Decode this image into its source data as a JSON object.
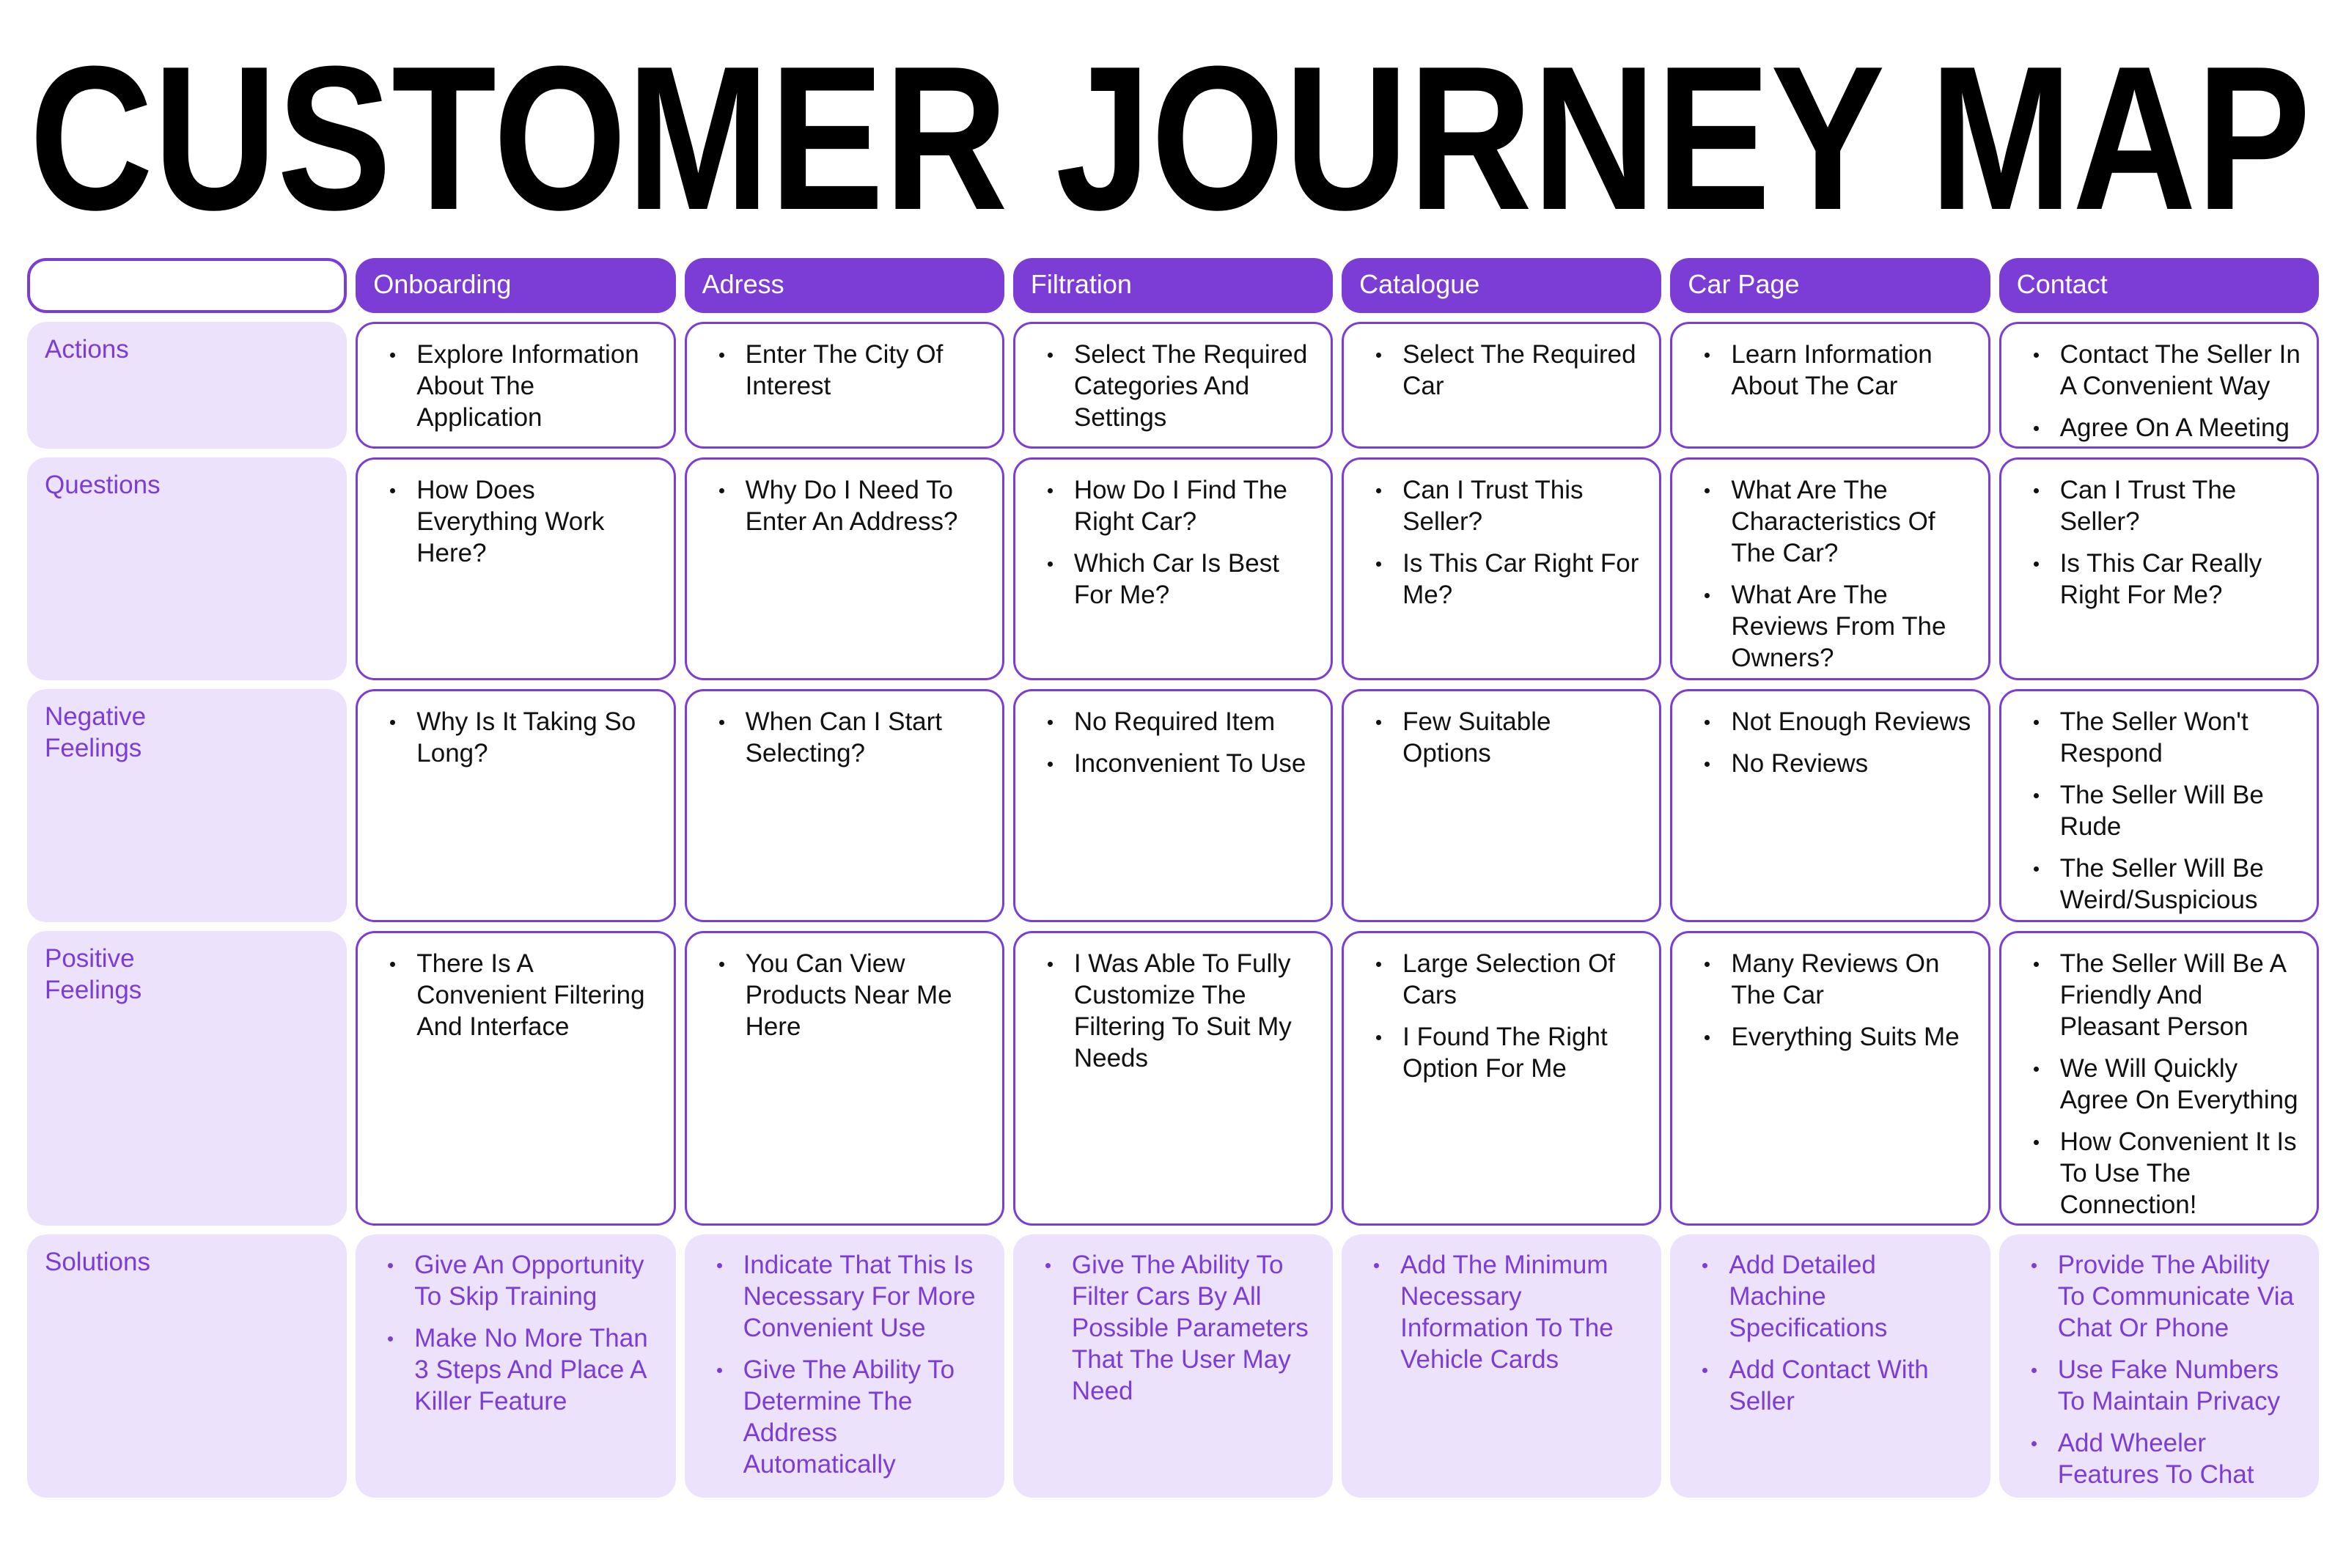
{
  "title": "CUSTOMER JOURNEY MAP",
  "colors": {
    "accent": "#7b3dd6",
    "light": "#ede2fc"
  },
  "stages": [
    "Onboarding",
    "Adress",
    "Filtration",
    "Catalogue",
    "Car Page",
    "Contact"
  ],
  "rows": [
    {
      "label": "Actions",
      "cells": [
        [
          "Explore Information About The Application"
        ],
        [
          "Enter The City Of Interest"
        ],
        [
          "Select The Required Categories And Settings"
        ],
        [
          "Select The Required Car"
        ],
        [
          "Learn Information About The Car"
        ],
        [
          "Contact The Seller In A Convenient Way",
          "Agree On A Meeting"
        ]
      ]
    },
    {
      "label": "Questions",
      "cells": [
        [
          "How Does Everything Work Here?"
        ],
        [
          "Why Do I Need To Enter An Address?"
        ],
        [
          "How Do I Find The Right Car?",
          "Which Car Is Best For Me?"
        ],
        [
          "Can I Trust This Seller?",
          "Is This Car Right For Me?"
        ],
        [
          "What Are The Characteristics Of The Car?",
          "What Are The Reviews From The Owners?"
        ],
        [
          "Can I Trust The Seller?",
          "Is This Car Really Right For Me?"
        ]
      ]
    },
    {
      "label": "Negative Feelings",
      "cells": [
        [
          "Why Is It Taking So Long?"
        ],
        [
          "When Can I Start Selecting?"
        ],
        [
          "No Required Item",
          "Inconvenient To Use"
        ],
        [
          "Few Suitable Options"
        ],
        [
          "Not Enough Reviews",
          "No Reviews"
        ],
        [
          "The Seller Won't Respond",
          "The Seller Will Be Rude",
          "The Seller Will Be Weird/Suspicious"
        ]
      ]
    },
    {
      "label": "Positive Feelings",
      "cells": [
        [
          "There Is A Convenient Filtering And Interface"
        ],
        [
          "You Can View Products Near Me Here"
        ],
        [
          "I Was Able To Fully Customize The Filtering To Suit My Needs"
        ],
        [
          "Large Selection Of Cars",
          "I Found The Right Option For Me"
        ],
        [
          "Many Reviews On The Car",
          "Everything Suits Me"
        ],
        [
          "The Seller Will Be A Friendly And Pleasant Person",
          "We Will Quickly Agree On Everything",
          "How Convenient It Is To Use The Connection!"
        ]
      ]
    },
    {
      "label": "Solutions",
      "cells": [
        [
          "Give An Opportunity To Skip Training",
          "Make No More Than 3 Steps And Place A Killer Feature"
        ],
        [
          "Indicate That This Is Necessary For More Convenient Use",
          "Give The Ability To Determine The Address Automatically"
        ],
        [
          "Give The Ability To Filter Cars By All Possible Parameters That The User May Need"
        ],
        [
          "Add The Minimum Necessary Information To The Vehicle Cards"
        ],
        [
          "Add Detailed Machine Specifications",
          "Add Contact With Seller"
        ],
        [
          "Provide The Ability To Communicate Via Chat Or Phone",
          "Use Fake Numbers To Maintain Privacy",
          "Add Wheeler Features To Chat"
        ]
      ]
    }
  ]
}
